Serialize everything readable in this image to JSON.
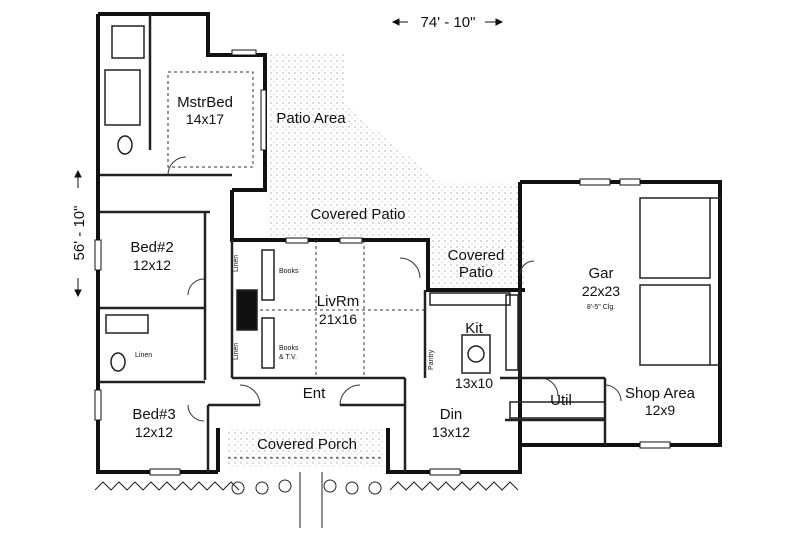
{
  "dimensions": {
    "width_label": "74' - 10\"",
    "depth_label": "56' - 10\""
  },
  "rooms": {
    "master_bed": {
      "name": "MstrBed",
      "size": "14x17"
    },
    "patio_area": {
      "name": "Patio Area"
    },
    "covered_patio_main": {
      "name": "Covered Patio"
    },
    "covered_patio_side": {
      "name_line1": "Covered",
      "name_line2": "Patio"
    },
    "bed2": {
      "name": "Bed#2",
      "size": "12x12"
    },
    "bed3": {
      "name": "Bed#3",
      "size": "12x12"
    },
    "living": {
      "name": "LivRm",
      "size": "21x16"
    },
    "kitchen": {
      "name": "Kit",
      "size": "13x10"
    },
    "entry": {
      "name": "Ent"
    },
    "dining": {
      "name": "Din",
      "size": "13x12"
    },
    "utility": {
      "name": "Util"
    },
    "garage": {
      "name": "Gar",
      "size": "22x23",
      "note": "8'-5\" Clg."
    },
    "shop": {
      "name": "Shop Area",
      "size": "12x9"
    },
    "covered_porch": {
      "name": "Covered Porch"
    }
  },
  "small_labels": {
    "books_upper": "Books",
    "books_lower_1": "Books",
    "books_lower_2": "& T.V.",
    "linen_upper": "Linen",
    "linen_lower": "Linen",
    "linen_bath": "Linen",
    "pantry": "Pantry"
  }
}
